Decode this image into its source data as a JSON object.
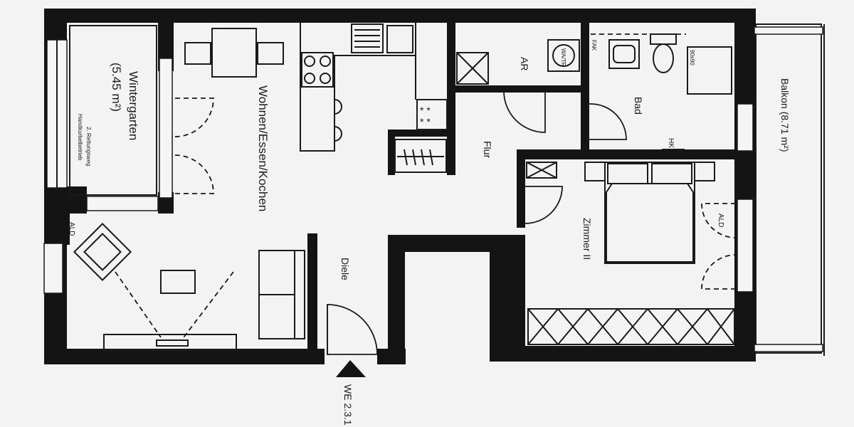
{
  "rooms": {
    "wintergarten": "Wintergarten",
    "wintergarten_area": "(5.45 m²)",
    "rettungsweg_line1": "2. Rettungsweg",
    "rettungsweg_line2": "Handkurbelbetrieb",
    "wohnen": "Wohnen/Essen/Kochen",
    "diele": "Diele",
    "flur": "Flur",
    "ar": "AR",
    "bad": "Bad",
    "zimmer": "Zimmer II",
    "balkon": "Balkon (8.71 m²)"
  },
  "fixtures": {
    "ald_left": "ALD",
    "ald_right": "ALD",
    "wa_tr": "WA/TR",
    "fak": "FAK",
    "shower": "90x90",
    "hk": "HK"
  },
  "entrance": {
    "label": "WE 2.3.1"
  }
}
